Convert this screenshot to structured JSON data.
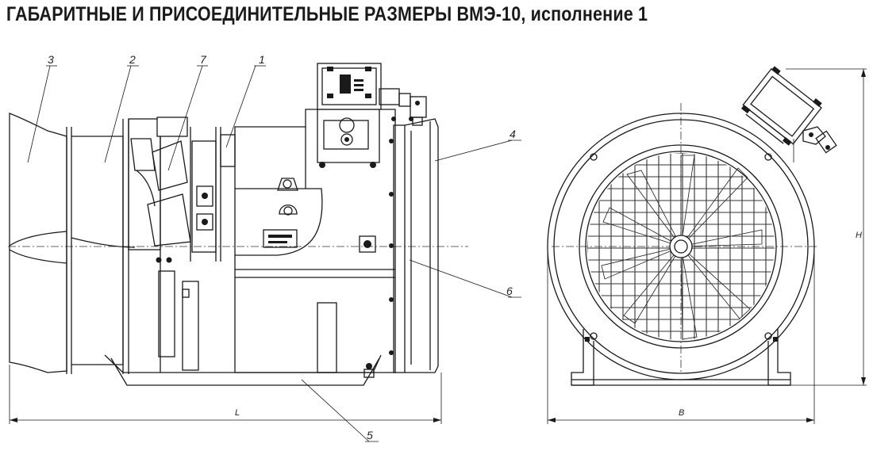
{
  "title": "ГАБАРИТНЫЕ И ПРИСОЕДИНИТЕЛЬНЫЕ РАЗМЕРЫ ВМЭ-10, исполнение 1",
  "callouts": {
    "c1": "1",
    "c2": "2",
    "c3": "3",
    "c4": "4",
    "c5": "5",
    "c6": "6",
    "c7": "7"
  },
  "dimensions": {
    "length": "L",
    "width": "B",
    "height": "H"
  }
}
